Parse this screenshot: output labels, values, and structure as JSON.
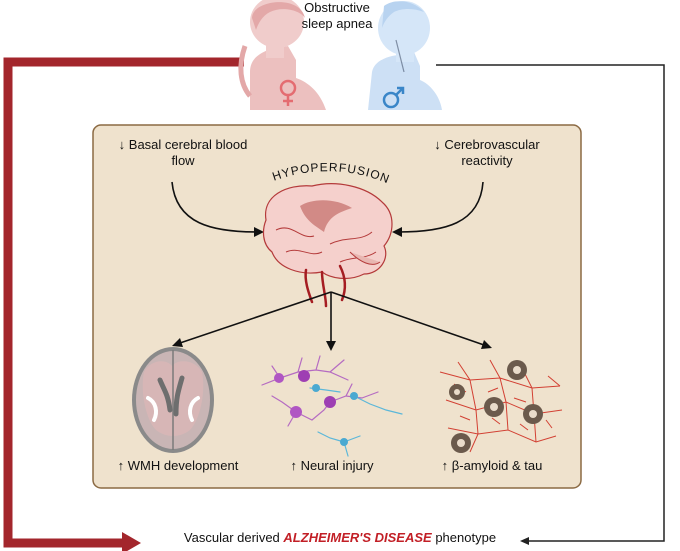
{
  "header": {
    "title": "Obstructive sleep apnea"
  },
  "panel": {
    "left_factor": "↓ Basal cerebral blood flow",
    "right_factor": "↓ Cerebrovascular reactivity",
    "center_label": "HYPOPERFUSION"
  },
  "outcomes": [
    {
      "label": "↑ WMH development",
      "icon": "brain-mri-icon"
    },
    {
      "label": "↑ Neural injury",
      "icon": "neurons-icon"
    },
    {
      "label": "↑ β-amyloid & tau",
      "icon": "amyloid-plaques-icon"
    }
  ],
  "footer": {
    "prefix": "Vascular derived",
    "emphasis": "ALZHEIMER'S DISEASE",
    "suffix": "phenotype"
  },
  "colors": {
    "female_path": "#a3262c",
    "male_path": "#222222",
    "panel_fill": "#efe2cd",
    "panel_border": "#8b6a43",
    "emphasis": "#c21f26"
  }
}
